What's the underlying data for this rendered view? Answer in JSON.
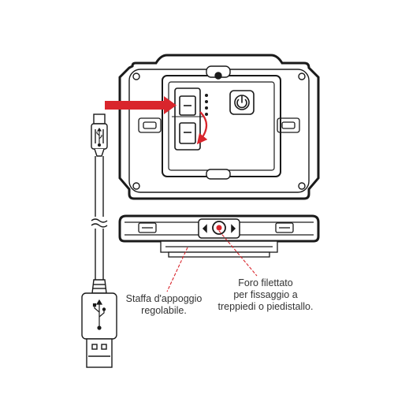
{
  "colors": {
    "outline": "#1a1a1a",
    "fill": "#ffffff",
    "accent": "#d9252c",
    "text": "#333333"
  },
  "icons": [
    "usb-trident-icon",
    "power-icon",
    "insert-arrow-icon",
    "rotate-arrow-icon"
  ],
  "callouts": {
    "stand": {
      "line1": "Staffa d'appoggio",
      "line2": "regolabile."
    },
    "thread_hole": {
      "line1": "Foro filettato",
      "line2": "per fissaggio a",
      "line3": "treppiedi o piedistallo."
    }
  }
}
